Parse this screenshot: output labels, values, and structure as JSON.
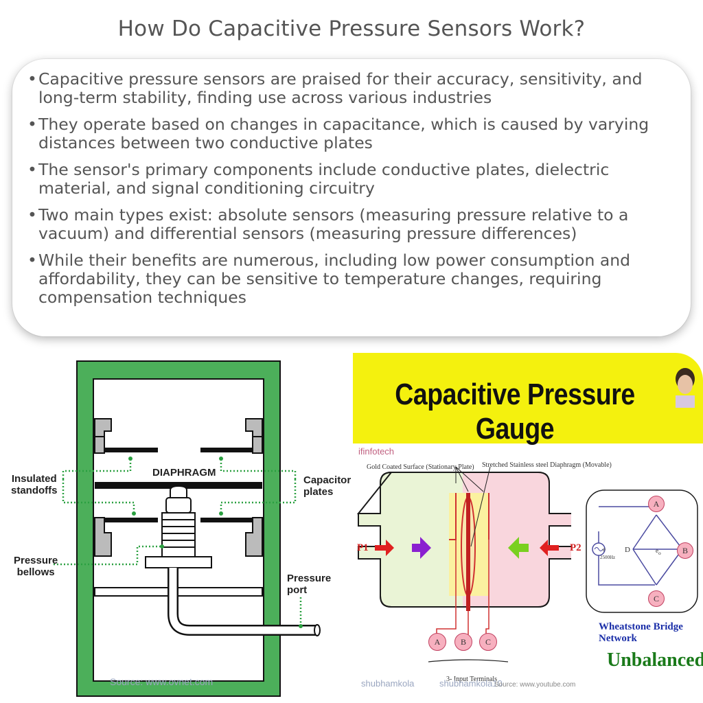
{
  "title": "How Do Capacitive Pressure Sensors Work?",
  "bullets": [
    "Capacitive pressure sensors are praised for their accuracy, sensitivity, and long-term stability, finding use across various industries",
    "They operate based on changes in capacitance, which is caused by varying distances between two conductive plates",
    "The sensor's primary components include conductive plates, dielectric material, and signal conditioning circuitry",
    "Two main types exist: absolute sensors (measuring pressure relative to a vacuum) and differential sensors (measuring pressure differences)",
    "While their benefits are numerous, including low power consumption and affordability, they can be sensitive to temperature changes, requiring compensation techniques"
  ],
  "left_diagram": {
    "diaphragm": "DIAPHRAGM",
    "insulated_standoffs": "Insulated\nstandoffs",
    "capacitor_plates": "Capacitor\nplates",
    "pressure_bellows": "Pressure\nbellows",
    "pressure_port": "Pressure\nport",
    "source": "Source: www.ovnet.com",
    "frame_color": "#4caf5a"
  },
  "right_diagram": {
    "title": "Capacitive Pressure Gauge",
    "brand": "ifinfotech",
    "gold_surface": "Gold Coated Surface (Stationary Plate)",
    "diaphragm_label": "Stretched Stainless steel Diaphragm (Movable)",
    "p1": "P1",
    "p2": "P2",
    "terminal_a": "A",
    "terminal_b": "B",
    "terminal_c": "C",
    "input_terminals": "3- Input Terminals",
    "bridge_a": "A",
    "bridge_b": "B",
    "bridge_c": "C",
    "bridge_d": "D",
    "source_e": "e",
    "source_freq": "2500Hz",
    "output_e": "e",
    "output_sub": "o",
    "wheatstone": "Wheatstone Bridge Network",
    "unbalanced": "Unbalanced",
    "credit1": "shubhamkola",
    "credit2": "shubhamkola10",
    "source": "Source: www.youtube.com",
    "title_bg": "#f4f10e"
  }
}
